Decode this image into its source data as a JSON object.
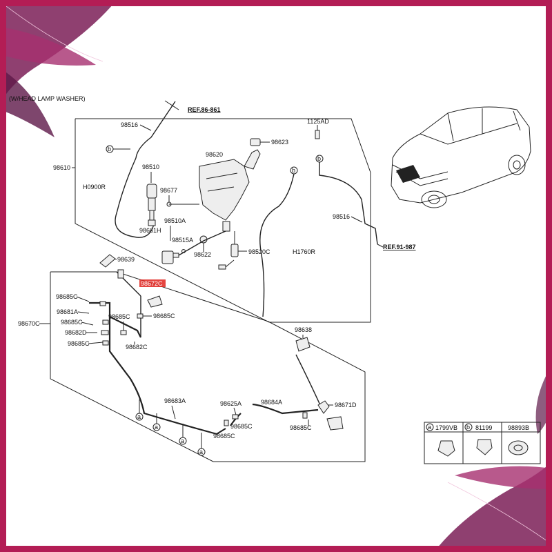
{
  "header": {
    "title": "(W/HEAD LAMP WASHER)"
  },
  "callouts": {
    "ref_top": "REF.86-861",
    "ref_right": "REF.91-987",
    "p98516a": "98516",
    "p98516b": "98516",
    "p1125AD": "1125AD",
    "p98623": "98623",
    "p98620": "98620",
    "p98610": "98610",
    "p98510": "98510",
    "pH0900R": "H0900R",
    "p98677": "98677",
    "p98661H": "98661H",
    "p98510A": "98510A",
    "p98515A": "98515A",
    "p98622": "98622",
    "p98520C": "98520C",
    "pH1760R": "H1760R",
    "p98639": "98639",
    "p98672C": "98672C",
    "p98685C_1": "98685C",
    "p98685C_2": "98685C",
    "p98685C_3": "98685C",
    "p98685C_4": "98685C",
    "p98685C_5": "98685C",
    "p98685C_6": "98685C",
    "p98685C_7": "98685C",
    "p98685C_8": "98685C",
    "p98681A": "98681A",
    "p98682D": "98682D",
    "p98682C": "98682C",
    "p98670C": "98670C",
    "p98638": "98638",
    "p98683A": "98683A",
    "p98625A": "98625A",
    "p98684A": "98684A",
    "p98671D": "98671D"
  },
  "circle_marks": {
    "a": "a",
    "b": "b"
  },
  "legend": {
    "a_code": "1799VB",
    "b_code": "81199",
    "c_code": "98893B"
  },
  "colors": {
    "border": "#b31d55",
    "highlight": "#e0241f"
  }
}
